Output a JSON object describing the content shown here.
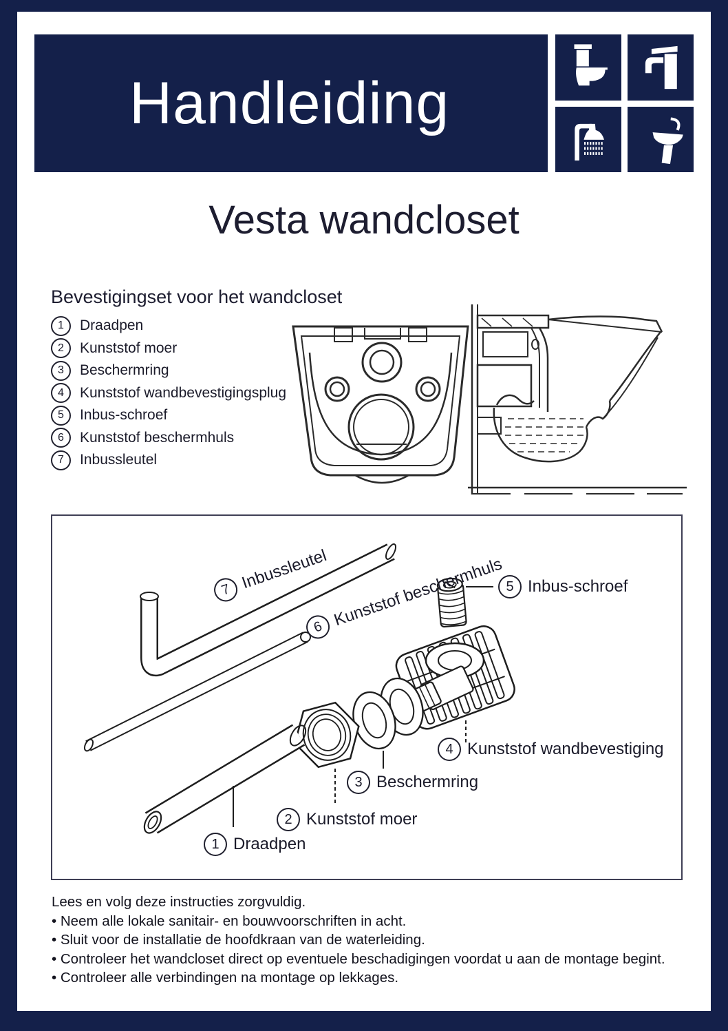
{
  "document": {
    "header": {
      "title": "Handleiding"
    },
    "header_icons": [
      {
        "name": "toilet-icon"
      },
      {
        "name": "faucet-icon"
      },
      {
        "name": "shower-icon"
      },
      {
        "name": "washbasin-icon"
      }
    ],
    "product_title": "Vesta wandcloset",
    "parts": {
      "heading": "Bevestigingset voor het wandcloset",
      "items": [
        {
          "num": "1",
          "label": "Draadpen"
        },
        {
          "num": "2",
          "label": "Kunststof moer"
        },
        {
          "num": "3",
          "label": "Beschermring"
        },
        {
          "num": "4",
          "label": "Kunststof wandbevestigingsplug"
        },
        {
          "num": "5",
          "label": "Inbus-schroef"
        },
        {
          "num": "6",
          "label": "Kunststof beschermhuls"
        },
        {
          "num": "7",
          "label": "Inbussleutel"
        }
      ]
    },
    "diagram": {
      "labels": [
        {
          "num": "1",
          "label": "Draadpen"
        },
        {
          "num": "2",
          "label": "Kunststof moer"
        },
        {
          "num": "3",
          "label": "Beschermring"
        },
        {
          "num": "4",
          "label": "Kunststof wandbevestiging"
        },
        {
          "num": "5",
          "label": "Inbus-schroef"
        },
        {
          "num": "6",
          "label": "Kunststof beschermhuls"
        },
        {
          "num": "7",
          "label": "Inbussleutel"
        }
      ]
    },
    "instructions": {
      "intro": "Lees en volg deze instructies zorgvuldig.",
      "bullets": [
        "• Neem alle lokale sanitair- en bouwvoorschriften in acht.",
        "• Sluit voor de installatie de hoofdkraan van de waterleiding.",
        "• Controleer het wandcloset direct op eventuele beschadigingen voordat u aan de montage begint.",
        "• Controleer alle verbindingen na montage op lekkages."
      ]
    },
    "colors": {
      "navy": "#14204a",
      "ink": "#1b1b2a",
      "paper": "#ffffff"
    }
  }
}
